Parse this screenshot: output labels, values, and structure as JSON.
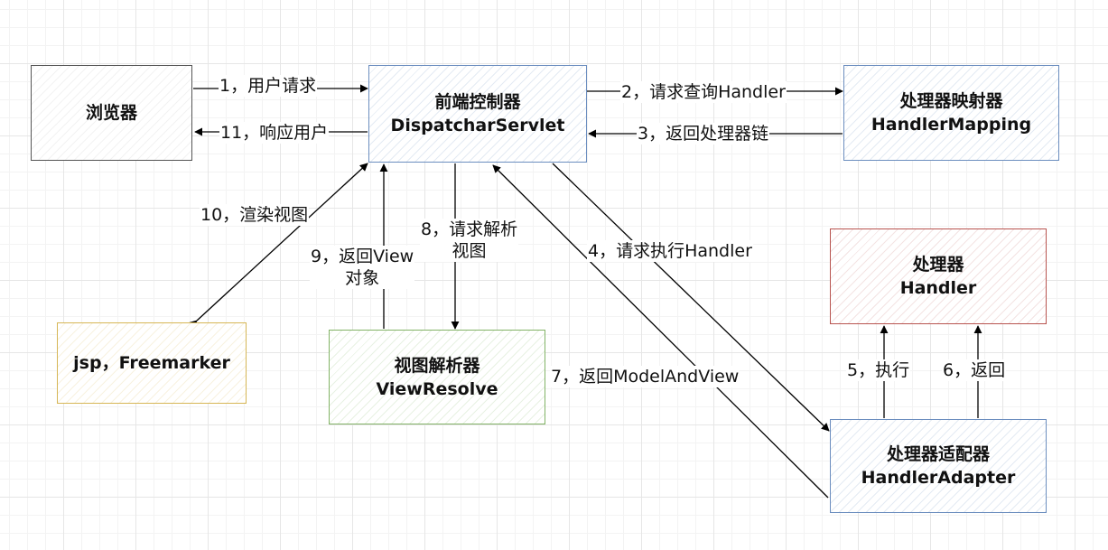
{
  "nodes": {
    "browser": {
      "line1": "浏览器"
    },
    "dispatcher": {
      "line1": "前端控制器",
      "line2": "DispatcharServlet"
    },
    "handler_mapping": {
      "line1": "处理器映射器",
      "line2": "HandlerMapping"
    },
    "handler": {
      "line1": "处理器",
      "line2": "Handler"
    },
    "view_engine": {
      "line1": "jsp，Freemarker"
    },
    "view_resolver": {
      "line1": "视图解析器",
      "line2": "ViewResolve"
    },
    "handler_adapter": {
      "line1": "处理器适配器",
      "line2": "HandlerAdapter"
    }
  },
  "edges": {
    "e1": "1，用户请求",
    "e2": "2，请求查询Handler",
    "e3": "3，返回处理器链",
    "e4": "4，请求执行Handler",
    "e5": "5，执行",
    "e6": "6，返回",
    "e7": "7，返回ModelAndView",
    "e8_line1": "8，请求解析",
    "e8_line2": "视图",
    "e9_line1": "9，返回View",
    "e9_line2": "对象",
    "e10": "10，渲染视图",
    "e11": "11，响应用户"
  }
}
